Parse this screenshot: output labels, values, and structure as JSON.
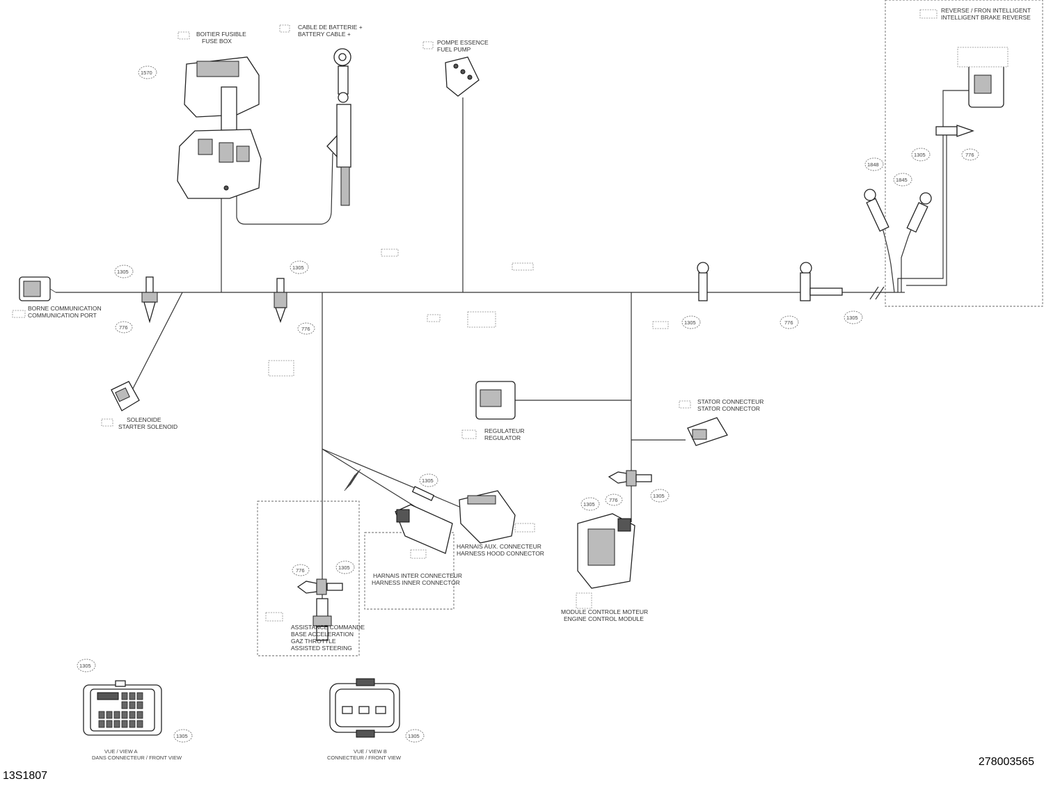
{
  "labels": {
    "fuse_box": [
      "BOITIER FUSIBLE",
      "FUSE BOX"
    ],
    "battery_cable": [
      "CABLE DE BATTERIE +",
      "BATTERY CABLE +"
    ],
    "fuel_pump": [
      "POMPE ESSENCE",
      "FUEL PUMP"
    ],
    "reverse_module": [
      "REVERSE / FRON INTELLIGENT",
      "INTELLIGENT BRAKE REVERSE"
    ],
    "diag_port": [
      "BORNE COMMUNICATION",
      "COMMUNICATION PORT"
    ],
    "starter_solenoid": [
      "SOLENOIDE",
      "STARTER SOLENOID"
    ],
    "regulator": [
      "REGULATEUR",
      "REGULATOR"
    ],
    "stator_connector": [
      "STATOR CONNECTEUR",
      "STATOR CONNECTOR"
    ],
    "harness_connector": [
      "HARNAIS AUX. CONNECTEUR",
      "HARNESS HOOD CONNECTOR"
    ],
    "harness_inner": [
      "HARNAIS INTER CONNECTEUR",
      "HARNESS INNER CONNECTOR"
    ],
    "ecm": [
      "MODULE CONTROLE MOTEUR",
      "ENGINE CONTROL MODULE"
    ],
    "throttle_sensor": [
      "ASSISTANCE COMMANDE",
      "BASE ACCELERATION",
      "GAZ THROTTLE",
      "ASSISTED STEERING"
    ],
    "view_a": [
      "VUE / VIEW A",
      "DANS CONNECTEUR / FRONT VIEW"
    ],
    "view_b": [
      "VUE / VIEW B",
      "CONNECTEUR / FRONT VIEW"
    ]
  },
  "callouts": [
    "1570",
    "1305",
    "776",
    "1305",
    "776",
    "1848",
    "1305",
    "1845",
    "776",
    "1305",
    "776",
    "776",
    "1305",
    "1305",
    "1305",
    "1305",
    "776",
    "1305",
    "1305",
    "1305",
    "1305"
  ],
  "footer": {
    "left_code": "13S1807",
    "right_code": "278003565"
  }
}
